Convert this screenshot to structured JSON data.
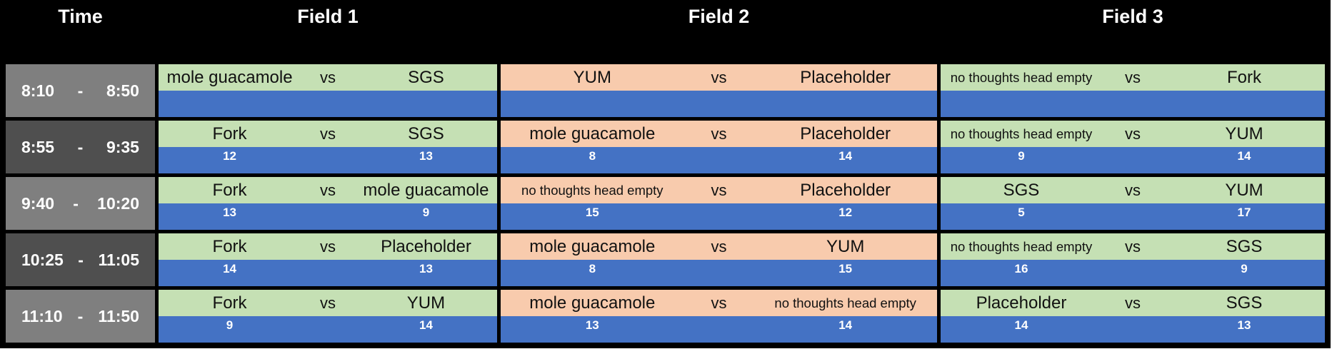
{
  "table": {
    "columns": [
      "Time",
      "Field 1",
      "Field 2",
      "Field 3"
    ],
    "vs_label": "vs",
    "time_separator": "-",
    "colors": {
      "header_bg": "#000000",
      "header_text": "#FFFFFF",
      "score_band_blue": "#4472C4",
      "score_text": "#FFFFFF",
      "time_bg_light_gray": "#7F7F7F",
      "time_bg_dark_gray": "#4F4F4F",
      "time_text": "#FFFFFF",
      "field1_bg_green": "#C5E0B4",
      "field2_bg_peach": "#F8CBAD",
      "field3_bg_green": "#C5E0B4",
      "team_text": "#111111"
    },
    "field_colors": [
      "#C5E0B4",
      "#F8CBAD",
      "#C5E0B4"
    ],
    "time_backgrounds": [
      "#7F7F7F",
      "#4F4F4F",
      "#7F7F7F",
      "#4F4F4F",
      "#7F7F7F"
    ],
    "rows": [
      {
        "time_start": "8:10",
        "time_end": "8:50",
        "matches": [
          {
            "team1": "mole guacamole",
            "score1": "",
            "team2": "SGS",
            "score2": ""
          },
          {
            "team1": "YUM",
            "score1": "",
            "team2": "Placeholder",
            "score2": ""
          },
          {
            "team1": "no thoughts head empty",
            "score1": "",
            "team2": "Fork",
            "score2": ""
          }
        ]
      },
      {
        "time_start": "8:55",
        "time_end": "9:35",
        "matches": [
          {
            "team1": "Fork",
            "score1": "12",
            "team2": "SGS",
            "score2": "13"
          },
          {
            "team1": "mole guacamole",
            "score1": "8",
            "team2": "Placeholder",
            "score2": "14"
          },
          {
            "team1": "no thoughts head empty",
            "score1": "9",
            "team2": "YUM",
            "score2": "14"
          }
        ]
      },
      {
        "time_start": "9:40",
        "time_end": "10:20",
        "matches": [
          {
            "team1": "Fork",
            "score1": "13",
            "team2": "mole guacamole",
            "score2": "9"
          },
          {
            "team1": "no thoughts head empty",
            "score1": "15",
            "team2": "Placeholder",
            "score2": "12"
          },
          {
            "team1": "SGS",
            "score1": "5",
            "team2": "YUM",
            "score2": "17"
          }
        ]
      },
      {
        "time_start": "10:25",
        "time_end": "11:05",
        "matches": [
          {
            "team1": "Fork",
            "score1": "14",
            "team2": "Placeholder",
            "score2": "13"
          },
          {
            "team1": "mole guacamole",
            "score1": "8",
            "team2": "YUM",
            "score2": "15"
          },
          {
            "team1": "no thoughts head empty",
            "score1": "16",
            "team2": "SGS",
            "score2": "9"
          }
        ]
      },
      {
        "time_start": "11:10",
        "time_end": "11:50",
        "matches": [
          {
            "team1": "Fork",
            "score1": "9",
            "team2": "YUM",
            "score2": "14"
          },
          {
            "team1": "mole guacamole",
            "score1": "13",
            "team2": "no thoughts head empty",
            "score2": "14"
          },
          {
            "team1": "Placeholder",
            "score1": "14",
            "team2": "SGS",
            "score2": "13"
          }
        ]
      }
    ]
  }
}
